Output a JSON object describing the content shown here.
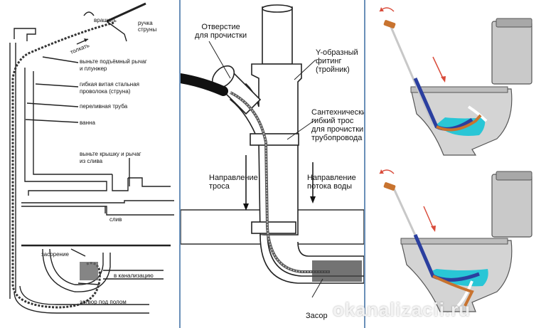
{
  "panel_bath": {
    "labels": {
      "handle": "ручка\nструны",
      "rotate": "вращать",
      "push": "толкать",
      "remove_lever": "выньте подъёмный рычаг",
      "plunger": "и плунжер",
      "cable1": "гибкая витая стальная",
      "cable2": "проволока (струна)",
      "overflow": "переливная труба",
      "bath": "ванна",
      "lid1": "выньте крышку и рычаг",
      "lid2": "из слива",
      "drain": "слив",
      "blockage": "засорение",
      "sewer": "в канализацию",
      "trap": "затвор под полом"
    }
  },
  "panel_pipe": {
    "labels": {
      "opening": "Отверстие\nдля прочистки",
      "yfit": "Y-образный\nфитинг\n(тройник)",
      "cable": "Сантехнически\nгибкий трос\nдля прочистки\nтрубопровода",
      "dir_cable": "Направление\nтроса",
      "dir_water": "Направление\nпотока воды",
      "clog": "Засор"
    }
  },
  "watermark": "okanalizacii.ru",
  "colors": {
    "divider": "#6a8fb8",
    "water": "#29c6d6",
    "cable_blue": "#2b3f9f",
    "cable_orange": "#c8732f",
    "arrow_red": "#d94b3a"
  }
}
